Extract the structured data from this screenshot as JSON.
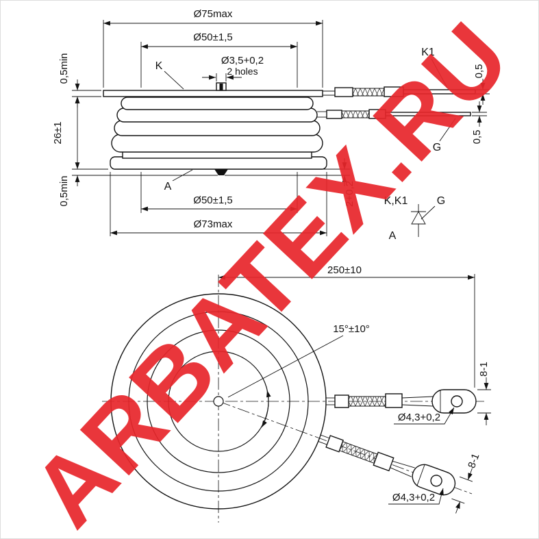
{
  "watermark": "ARBATEX.RU",
  "side_view": {
    "dim_d75": "Ø75max",
    "dim_d50_top": "Ø50±1,5",
    "dim_d35": "Ø3,5+0,2",
    "dim_d35_note": "2 holes",
    "dim_h05_top": "0,5min",
    "dim_h26": "26±1",
    "dim_h05_bottom": "0,5min",
    "dim_d50_bottom": "Ø50±1,5",
    "dim_d73": "Ø73max",
    "dim_stud": "2+0,2",
    "dim_wire_top": "0,5",
    "dim_wire_bottom": "0,5",
    "label_k": "K",
    "label_k1": "K1",
    "label_g": "G",
    "label_a": "A"
  },
  "symbol": {
    "cathode": "K,K1",
    "gate": "G",
    "anode": "A"
  },
  "top_view": {
    "dim_length": "250±10",
    "dim_angle": "15°±10°",
    "dim_hole_top": "Ø4,3+0,2",
    "dim_hole_bottom": "Ø4,3+0,2",
    "dim_lug_top": "8-1",
    "dim_lug_bottom": "8-1"
  }
}
